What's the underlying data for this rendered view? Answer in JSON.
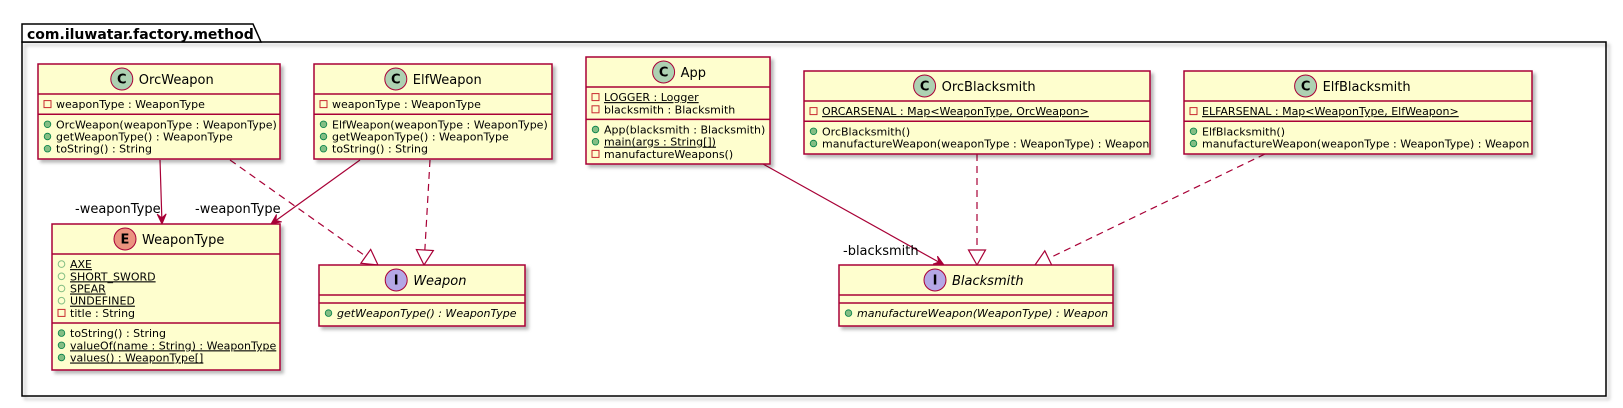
{
  "package": {
    "name": "com.iluwatar.factory.method"
  },
  "classes": {
    "orcWeapon": {
      "kind": "C",
      "name": "OrcWeapon",
      "fields": [
        {
          "vis": "private",
          "text": "weaponType : WeaponType"
        }
      ],
      "methods": [
        {
          "vis": "public",
          "text": "OrcWeapon(weaponType : WeaponType)"
        },
        {
          "vis": "public",
          "text": "getWeaponType() : WeaponType"
        },
        {
          "vis": "public",
          "text": "toString() : String"
        }
      ]
    },
    "elfWeapon": {
      "kind": "C",
      "name": "ElfWeapon",
      "fields": [
        {
          "vis": "private",
          "text": "weaponType : WeaponType"
        }
      ],
      "methods": [
        {
          "vis": "public",
          "text": "ElfWeapon(weaponType : WeaponType)"
        },
        {
          "vis": "public",
          "text": "getWeaponType() : WeaponType"
        },
        {
          "vis": "public",
          "text": "toString() : String"
        }
      ]
    },
    "app": {
      "kind": "C",
      "name": "App",
      "fields": [
        {
          "vis": "private",
          "text": "LOGGER : Logger",
          "static": true
        },
        {
          "vis": "private",
          "text": "blacksmith : Blacksmith"
        }
      ],
      "methods": [
        {
          "vis": "public",
          "text": "App(blacksmith : Blacksmith)"
        },
        {
          "vis": "public",
          "text": "main(args : String[])",
          "static": true
        },
        {
          "vis": "private",
          "text": "manufactureWeapons()"
        }
      ]
    },
    "orcBlacksmith": {
      "kind": "C",
      "name": "OrcBlacksmith",
      "fields": [
        {
          "vis": "private",
          "text": "ORCARSENAL : Map<WeaponType, OrcWeapon>",
          "static": true
        }
      ],
      "methods": [
        {
          "vis": "public",
          "text": "OrcBlacksmith()"
        },
        {
          "vis": "public",
          "text": "manufactureWeapon(weaponType : WeaponType) : Weapon"
        }
      ]
    },
    "elfBlacksmith": {
      "kind": "C",
      "name": "ElfBlacksmith",
      "fields": [
        {
          "vis": "private",
          "text": "ELFARSENAL : Map<WeaponType, ElfWeapon>",
          "static": true
        }
      ],
      "methods": [
        {
          "vis": "public",
          "text": "ElfBlacksmith()"
        },
        {
          "vis": "public",
          "text": "manufactureWeapon(weaponType : WeaponType) : Weapon"
        }
      ]
    },
    "weaponType": {
      "kind": "E",
      "name": "WeaponType",
      "fields": [
        {
          "vis": "public-open",
          "text": "AXE",
          "static": true
        },
        {
          "vis": "public-open",
          "text": "SHORT_SWORD",
          "static": true
        },
        {
          "vis": "public-open",
          "text": "SPEAR",
          "static": true
        },
        {
          "vis": "public-open",
          "text": "UNDEFINED",
          "static": true
        },
        {
          "vis": "private",
          "text": "title : String"
        }
      ],
      "methods": [
        {
          "vis": "public",
          "text": "toString() : String"
        },
        {
          "vis": "public",
          "text": "valueOf(name : String) : WeaponType",
          "static": true
        },
        {
          "vis": "public",
          "text": "values() : WeaponType[]",
          "static": true
        }
      ]
    },
    "weapon": {
      "kind": "I",
      "name": "Weapon",
      "fields": [],
      "methods": [
        {
          "vis": "public",
          "text": "getWeaponType() : WeaponType",
          "abstract": true
        }
      ]
    },
    "blacksmith": {
      "kind": "I",
      "name": "Blacksmith",
      "fields": [],
      "methods": [
        {
          "vis": "public",
          "text": "manufactureWeapon(WeaponType) : Weapon",
          "abstract": true
        }
      ]
    }
  },
  "edges": [
    {
      "from": "orcWeapon",
      "to": "weaponType",
      "type": "association",
      "label": "-weaponType"
    },
    {
      "from": "elfWeapon",
      "to": "weaponType",
      "type": "association",
      "label": "-weaponType"
    },
    {
      "from": "orcWeapon",
      "to": "weapon",
      "type": "realization",
      "label": ""
    },
    {
      "from": "elfWeapon",
      "to": "weapon",
      "type": "realization",
      "label": ""
    },
    {
      "from": "app",
      "to": "blacksmith",
      "type": "association",
      "label": "-blacksmith"
    },
    {
      "from": "orcBlacksmith",
      "to": "blacksmith",
      "type": "realization",
      "label": ""
    },
    {
      "from": "elfBlacksmith",
      "to": "blacksmith",
      "type": "realization",
      "label": ""
    }
  ],
  "colors": {
    "class_fill": "#FEFECE",
    "class_border": "#A80036",
    "class_circle": "#ADD1B2",
    "enum_circle": "#EB937F",
    "interface_circle": "#B4A7E5",
    "edge": "#A80036",
    "private_marker": "#C82930",
    "public_marker": "#84BE84"
  }
}
